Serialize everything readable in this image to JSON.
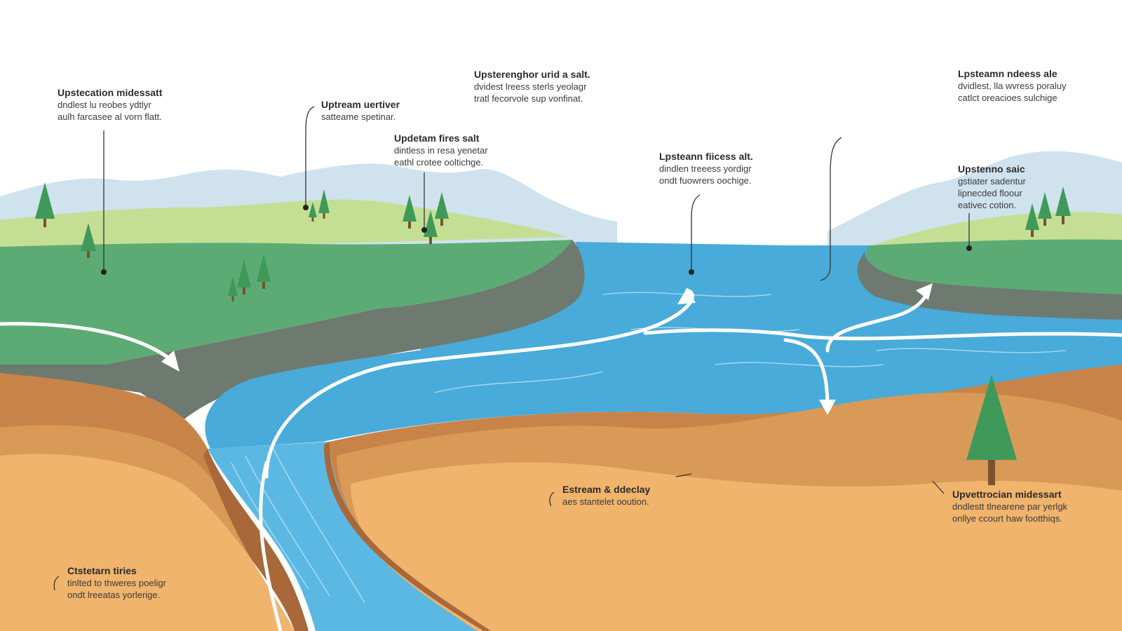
{
  "colors": {
    "sky": "#ffffff",
    "mountain": "#cfe2ee",
    "light_grass": "#c4df93",
    "grass": "#5cab74",
    "slate": "#6e7a6f",
    "water": "#48abd9",
    "water_light": "#6cc2e8",
    "soil_dark": "#c88448",
    "soil": "#d99a58",
    "sand": "#f0b46c",
    "tree": "#3f9a5a",
    "trunk": "#7a5230",
    "arrow": "#ffffff",
    "leader": "#333333"
  },
  "icons": {
    "trees": "pine-tree-icon",
    "flow_arrows": "flow-arrow-icon"
  },
  "callouts": [
    {
      "title": "Upstecation midessatt",
      "lines": [
        "dndlest lu reobes ydtlyr",
        "aulh farcasee al vorn flatt."
      ]
    },
    {
      "title": "Uptream uertiver",
      "lines": [
        "satteame spetinar."
      ]
    },
    {
      "title": "Upsterenghor urid a salt.",
      "lines": [
        "dvidest lreess sterls yeolagr",
        "tratl fecorvole sup vonfinat."
      ]
    },
    {
      "title": "Updetam fires salt",
      "lines": [
        "dintless in resa yenetar",
        "eathl crotee ooltichge."
      ]
    },
    {
      "title": "Lpsteann fiicess alt.",
      "lines": [
        "dindlen treeess yordigr",
        "ondt fuowrers oochige."
      ]
    },
    {
      "title": "Lpsteamn ndeess ale",
      "lines": [
        "dvidlest, lla wvress poraluy",
        "catlct oreacioes sulchige"
      ]
    },
    {
      "title": "Upstenno saic",
      "lines": [
        "gstiater sadentur",
        "lipnecded floour",
        "eativec cotion."
      ]
    },
    {
      "title": "Estream & ddeclay",
      "lines": [
        "aes stantelet ooution."
      ]
    },
    {
      "title": "Upvettrocian midessart",
      "lines": [
        "dndlestt tlnearene par yerlgk",
        "onllye ccourt haw footthiqs."
      ]
    },
    {
      "title": "Ctstetarn tiries",
      "lines": [
        "tinlted to thweres poeligr",
        "ondt lreeatas yorlerige."
      ]
    }
  ]
}
